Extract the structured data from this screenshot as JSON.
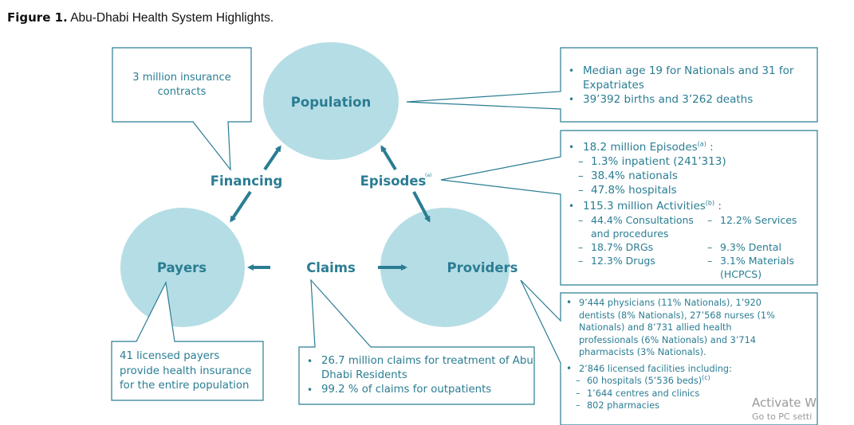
{
  "caption": {
    "label": "Figure 1.",
    "title": "Abu-Dhabi Health System Highlights."
  },
  "colors": {
    "accent": "#2a7d93",
    "circle_fill": "#b5dde5",
    "box_border": "#2a7d93"
  },
  "nodes": {
    "population": "Population",
    "payers": "Payers",
    "providers": "Providers"
  },
  "flows": {
    "financing": "Financing",
    "episodes": "Episodes",
    "episodes_note": "(a)",
    "claims": "Claims"
  },
  "callouts": {
    "financing": "3 million insurance contracts",
    "population": [
      "Median age 19 for Nationals and 31 for Expatriates",
      "39’392 births and 3’262 deaths"
    ],
    "episodes": {
      "headline": "18.2 million Episodes",
      "headline_note": "(a)",
      "items": [
        "1.3% inpatient (241’313)",
        "38.4% nationals",
        "47.8% hospitals"
      ],
      "activities_headline": "115.3 million Activities",
      "activities_note": "(b)",
      "activities": [
        "44.4% Consultations and procedures",
        "12.2% Services",
        "18.7% DRGs",
        "9.3% Dental",
        "12.3% Drugs",
        "3.1% Materials (HCPCS)"
      ]
    },
    "providers": {
      "workforce": "9’444 physicians (11% Nationals), 1’920 dentists (8% Nationals), 27’568 nurses (1% Nationals) and 8’731 allied health professionals (6% Nationals) and 3’714 pharmacists (3% Nationals).",
      "facilities_headline": "2’846 licensed facilities including:",
      "facilities": [
        "60 hospitals (5’536 beds)",
        "1’644 centres and clinics",
        "802 pharmacies"
      ],
      "hospitals_note": "(c)"
    },
    "payers": "41 licensed payers provide health insurance for the entire population",
    "claims": [
      "26.7 million claims for treatment of Abu Dhabi Residents",
      "99.2 % of claims for outpatients"
    ]
  },
  "watermark": {
    "line1": "Activate W",
    "line2": "Go to PC setti"
  }
}
